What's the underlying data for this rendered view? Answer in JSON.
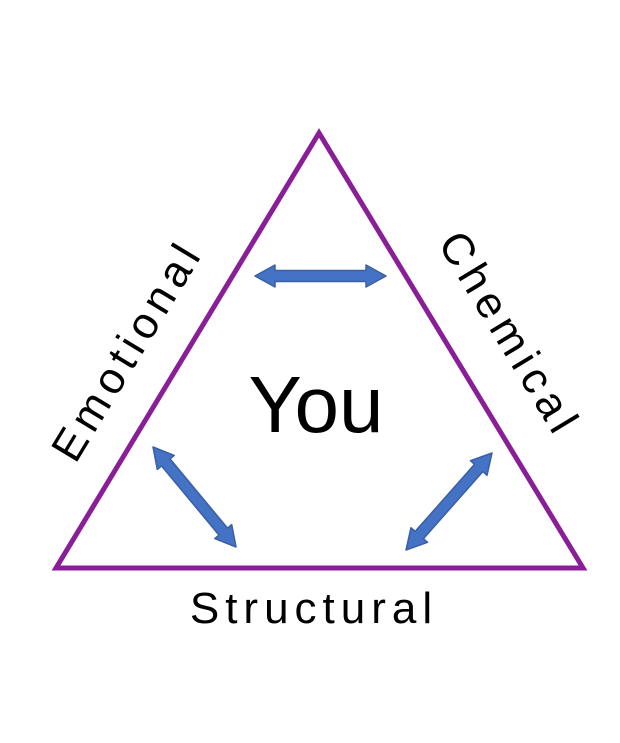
{
  "center_label": "You",
  "sides": {
    "left": "Emotional",
    "right": "Chemical",
    "bottom": "Structural"
  },
  "colors": {
    "triangle_stroke": "#8a1e96",
    "arrow_fill": "#4472c4",
    "arrow_stroke": "#3a5fa3",
    "text": "#000000",
    "background": "#ffffff"
  }
}
